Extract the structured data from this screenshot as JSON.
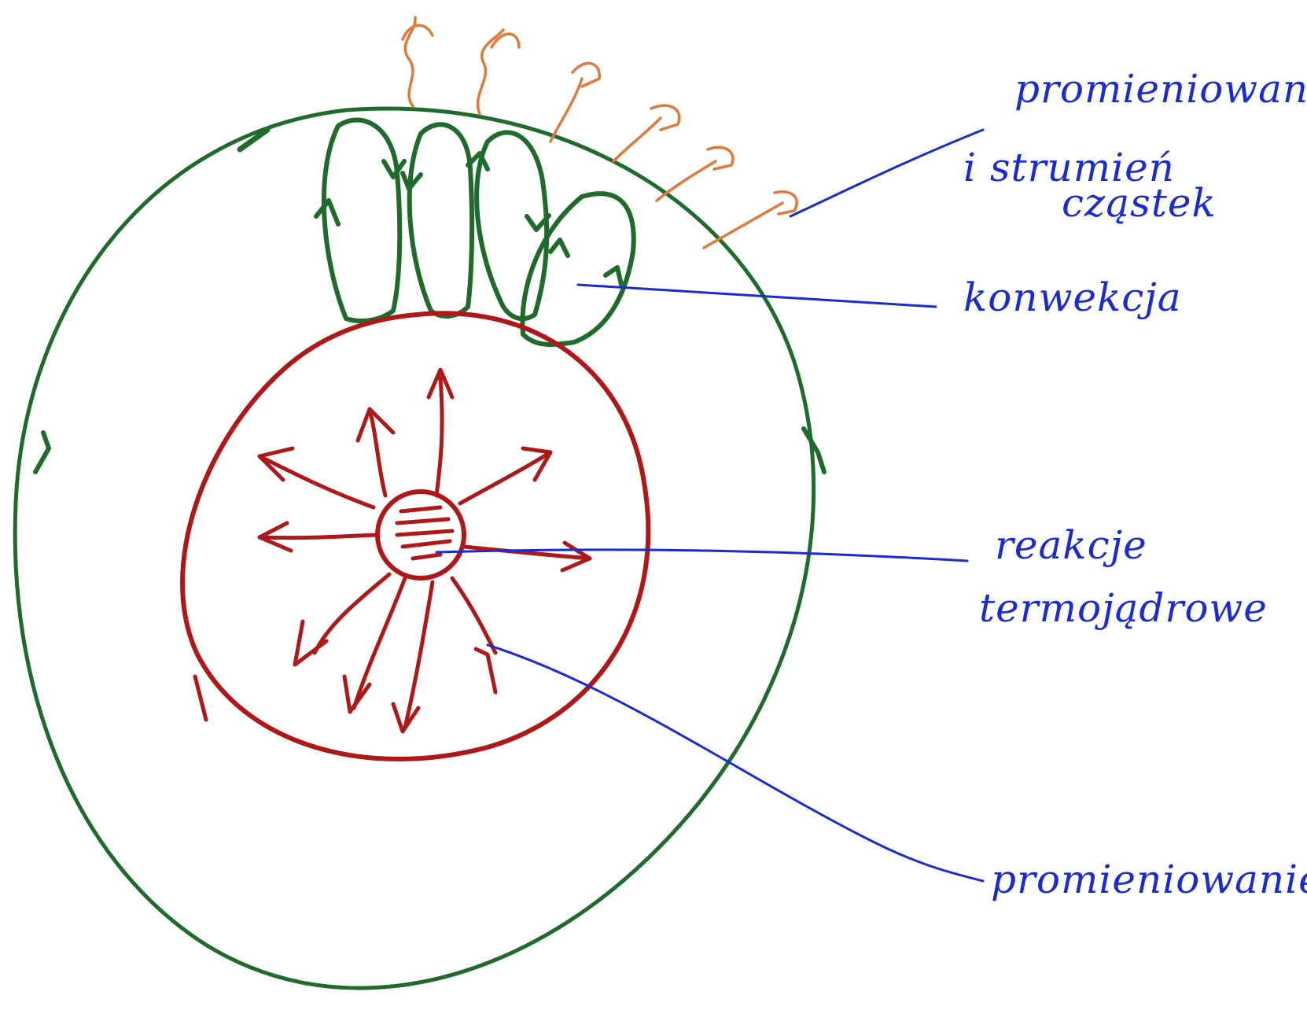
{
  "labels": {
    "radiation_and_particles": [
      "promieniowanie",
      "i strumień",
      "cząstek"
    ],
    "convection": "konwekcja",
    "fusion": [
      "reakcje",
      "termojądrowe"
    ],
    "radiation": "promieniowanie"
  },
  "colors": {
    "outer_layer": "#1e6b2c",
    "core_region": "#b01818",
    "outgoing_arrows": "#e07a3a",
    "annotation": "#1a2bd6"
  }
}
